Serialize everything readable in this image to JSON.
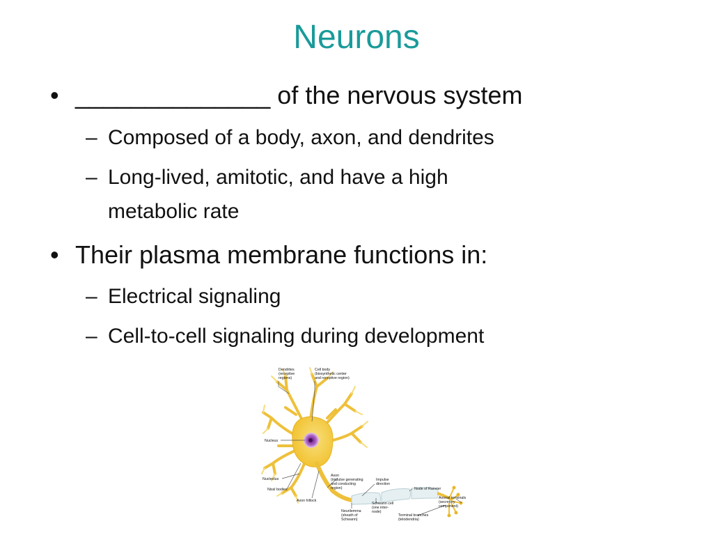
{
  "slide": {
    "title": "Neurons",
    "bullets": [
      {
        "text": "______________ of the nervous system",
        "subitems": [
          {
            "lines": [
              "Composed of a body, axon, and dendrites"
            ]
          },
          {
            "lines": [
              "Long-lived, amitotic, and have a high",
              "metabolic rate"
            ]
          }
        ]
      },
      {
        "text": "Their plasma membrane functions in:",
        "subitems": [
          {
            "lines": [
              "Electrical signaling"
            ]
          },
          {
            "lines": [
              "Cell-to-cell signaling during development"
            ]
          }
        ]
      }
    ],
    "markers": {
      "bullet": "•",
      "dash": "–"
    }
  },
  "figure": {
    "labels": {
      "dendrites": [
        "Dendrites",
        "(receptive",
        "regions)"
      ],
      "cell_body": [
        "Cell body",
        "(biosynthetic center",
        "and receptive region)"
      ],
      "nucleus": [
        "Nucleus"
      ],
      "nucleolus": [
        "Nucleolus"
      ],
      "nissl": [
        "Nissl bodies"
      ],
      "axon_hillock": [
        "Axon hillock"
      ],
      "axon": [
        "Axon",
        "(impulse generating",
        "and conducting",
        "region)"
      ],
      "impulse": [
        "Impulse",
        "direction"
      ],
      "node": [
        "Node of Ranvier"
      ],
      "neurilemma": [
        "Neurilemma",
        "(sheath of",
        "Schwann)"
      ],
      "schwann": [
        "Schwann cell",
        "(one inter-",
        "node)"
      ],
      "terminal_branches": [
        "Terminal branches",
        "(telodendria)"
      ],
      "axonal_terminals": [
        "Axonal terminals",
        "(secretory",
        "component)"
      ]
    },
    "colors": {
      "cell": "#f2c12e",
      "cell_light": "#f7df7a",
      "nucleus": "#8a3a9e",
      "myelin": "#e6f0f2",
      "title": "#1a9a9a"
    }
  }
}
